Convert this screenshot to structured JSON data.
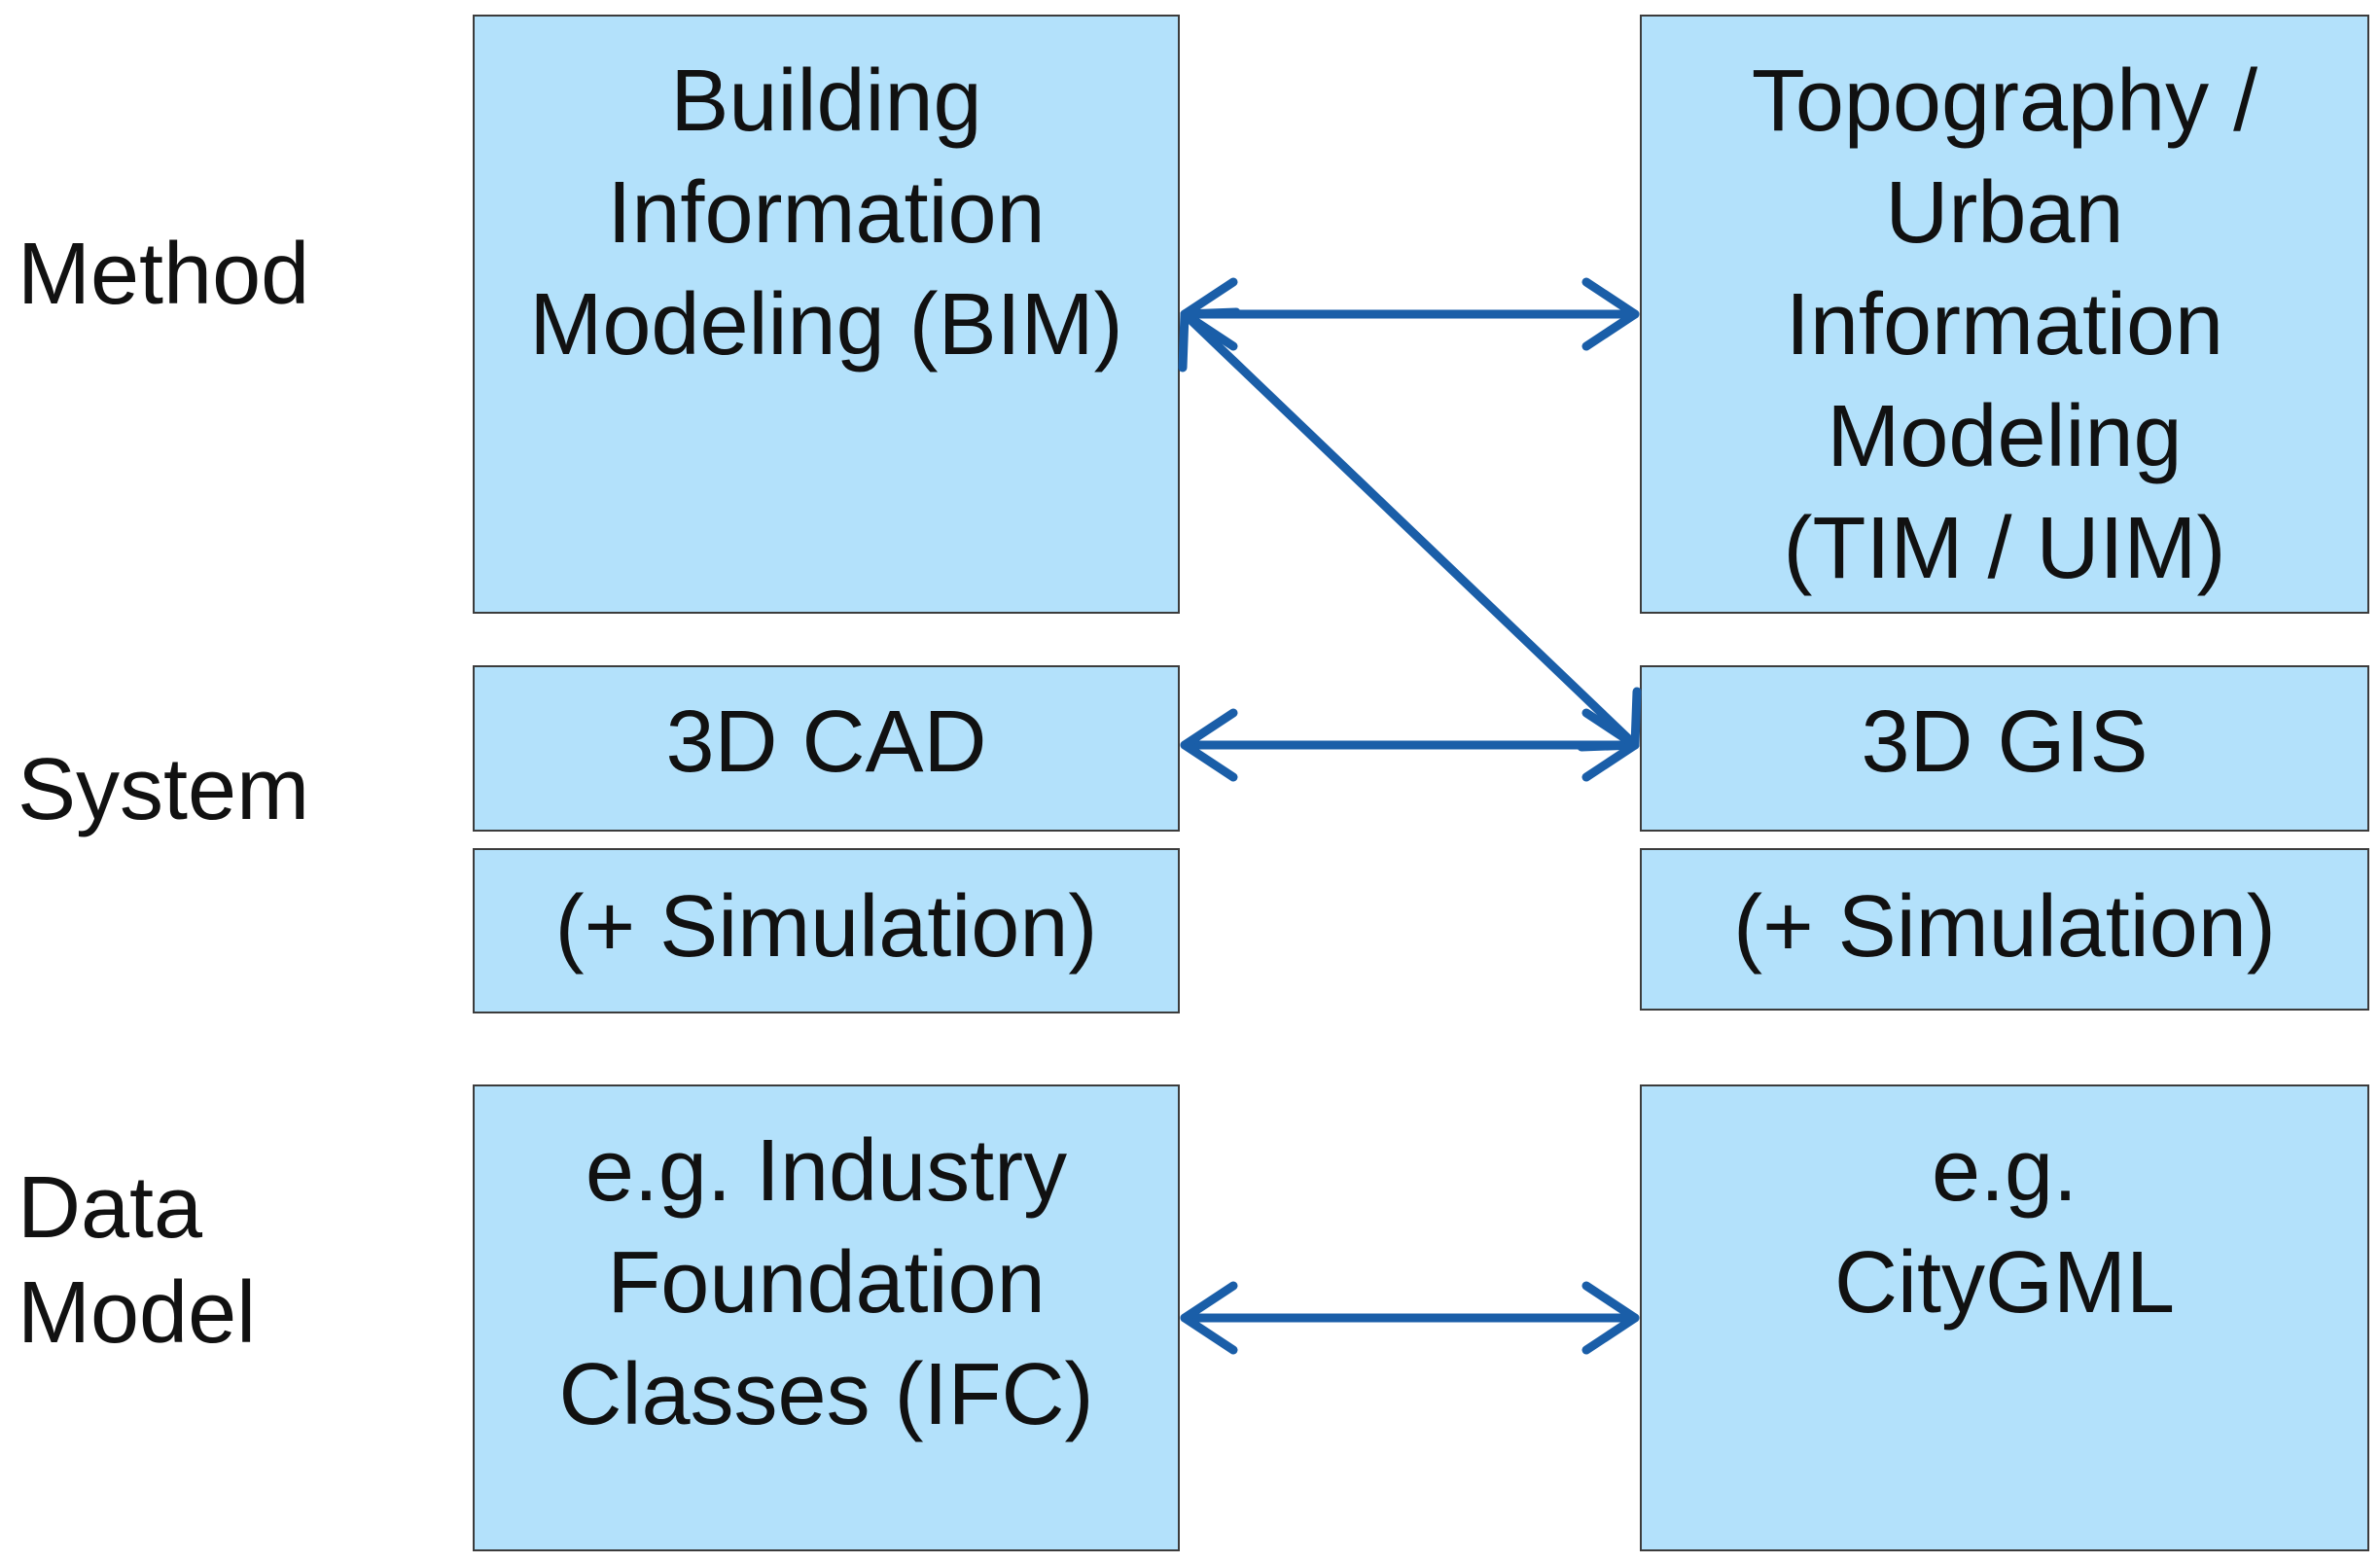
{
  "row_labels": {
    "method": "Method",
    "system": "System",
    "data_model_line1": "Data",
    "data_model_line2": "Model"
  },
  "boxes": {
    "bim": "Building\nInformation\nModeling (BIM)",
    "tim_uim": "Topography /\nUrban\nInformation\nModeling\n(TIM / UIM)",
    "cad": "3D CAD",
    "gis": "3D GIS",
    "cad_sim": "(+ Simulation)",
    "gis_sim": "(+ Simulation)",
    "ifc": "e.g. Industry\nFoundation\nClasses (IFC)",
    "citygml": "e.g.\nCityGML"
  },
  "colors": {
    "box_fill": "#b3e1fb",
    "arrow": "#1a5ea8"
  }
}
